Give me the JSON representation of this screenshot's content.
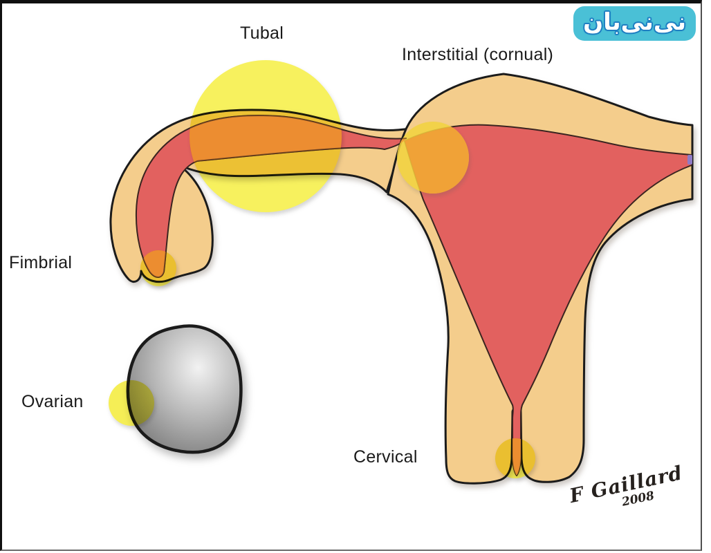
{
  "diagram": {
    "subject": "ectopic-pregnancy-sites",
    "labels": {
      "tubal": "Tubal",
      "interstitial": "Interstitial (cornual)",
      "fimbrial": "Fimbrial",
      "ovarian": "Ovarian",
      "cervical": "Cervical"
    }
  },
  "signature": {
    "name": "F Gaillard",
    "year": "2008"
  },
  "logo": {
    "text": "نی‌نی‌بان"
  },
  "colors": {
    "background": "#FFFFFF",
    "outline": "#1B1B1B",
    "uterus_wall": "#F4CD8C",
    "uterus_cavity": "#E2615F",
    "cavity_stroke": "#3A2420",
    "marker_tubal": "#F7F15E",
    "marker_small": "#F5EE56",
    "marker_interstitial": "#F2D33E",
    "overlap_orange": "#F09A35",
    "overlap_line": "#5A3220",
    "purple_mark": "#8F7BC6",
    "ovary_light": "#F2F2F2",
    "ovary_mid": "#B9B9B9",
    "ovary_dark": "#6E6E6E",
    "label_text": "#1A1A1A",
    "signature_text": "#26211E",
    "logo_bg": "#4AC0D6",
    "logo_text": "#FFFFFF",
    "logo_outline": "#1E7FC2"
  }
}
